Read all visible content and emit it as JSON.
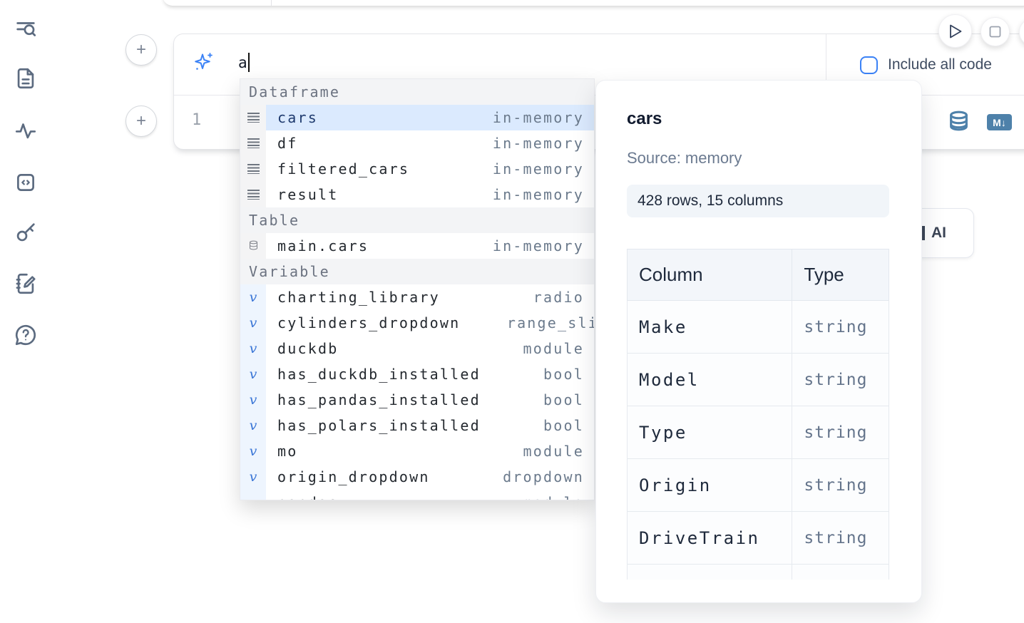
{
  "sidebar": {
    "items": [
      {
        "icon": "list-search-icon"
      },
      {
        "icon": "file-icon"
      },
      {
        "icon": "activity-icon"
      },
      {
        "icon": "code-square-icon"
      },
      {
        "icon": "key-icon"
      },
      {
        "icon": "notebook-pen-icon"
      },
      {
        "icon": "help-chat-icon"
      }
    ]
  },
  "run_controls": {
    "icons": [
      "play-icon",
      "stop-icon"
    ]
  },
  "add_cell": {
    "label": "+"
  },
  "ai_panel": {
    "prompt_text": "a",
    "include_all_code": {
      "label": "Include all code",
      "checked": false
    },
    "icon": "ai-sparkles-icon"
  },
  "code_cell": {
    "line_number": "1",
    "toolbar": [
      {
        "icon": "database-icon"
      },
      {
        "icon": "markdown-icon",
        "label": "M↓"
      }
    ]
  },
  "partial_ai_button": {
    "visible_text": "AI"
  },
  "autocomplete": {
    "sections": [
      {
        "label": "Dataframe",
        "kind": "dataframe",
        "icon": "dataframe-rows-icon",
        "items": [
          {
            "name": "cars",
            "type": "in-memory",
            "selected": true
          },
          {
            "name": "df",
            "type": "in-memory"
          },
          {
            "name": "filtered_cars",
            "type": "in-memory"
          },
          {
            "name": "result",
            "type": "in-memory"
          }
        ]
      },
      {
        "label": "Table",
        "kind": "table",
        "icon": "database-icon",
        "items": [
          {
            "name": "main.cars",
            "type": "in-memory"
          }
        ]
      },
      {
        "label": "Variable",
        "kind": "variable",
        "icon": "variable-icon",
        "items": [
          {
            "name": "charting_library",
            "type": "radio"
          },
          {
            "name": "cylinders_dropdown",
            "type": "range_sli",
            "type_clipped": true
          },
          {
            "name": "duckdb",
            "type": "module"
          },
          {
            "name": "has_duckdb_installed",
            "type": "bool"
          },
          {
            "name": "has_pandas_installed",
            "type": "bool"
          },
          {
            "name": "has_polars_installed",
            "type": "bool"
          },
          {
            "name": "mo",
            "type": "module"
          },
          {
            "name": "origin_dropdown",
            "type": "dropdown"
          },
          {
            "name": "pandas",
            "type": "module",
            "partial": true
          }
        ]
      }
    ]
  },
  "preview_panel": {
    "title": "cars",
    "source": "Source: memory",
    "shape_badge": "428 rows, 15 columns",
    "table": {
      "headers": [
        "Column",
        "Type"
      ],
      "rows": [
        [
          "Make",
          "string"
        ],
        [
          "Model",
          "string"
        ],
        [
          "Type",
          "string"
        ],
        [
          "Origin",
          "string"
        ],
        [
          "DriveTrain",
          "string"
        ],
        [
          "",
          ""
        ]
      ]
    }
  },
  "colors": {
    "accent_blue": "#3b82f6",
    "selection_bg": "#dbeafe",
    "steel_blue": "#4e81aa",
    "sidebar_icon": "#5c6b80",
    "muted_text": "#6b7a8c",
    "dark_text": "#24292f"
  }
}
